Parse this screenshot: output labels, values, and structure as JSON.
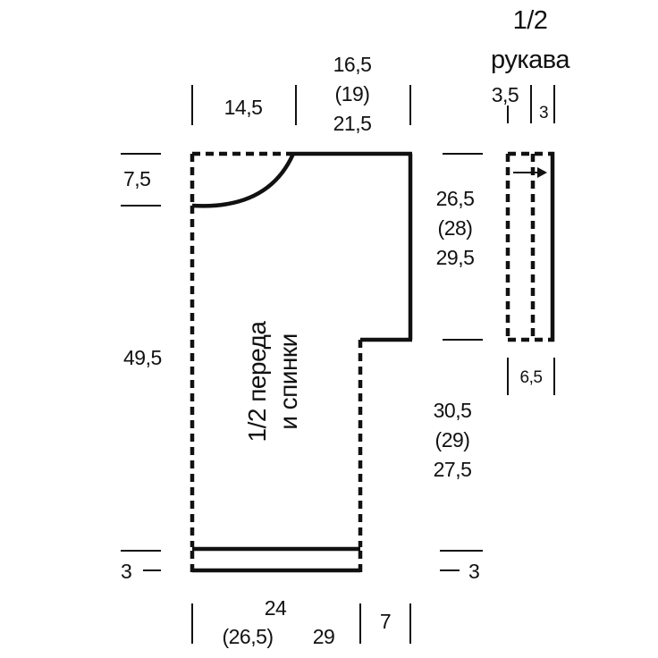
{
  "sleeve": {
    "title_line1": "1/2",
    "title_line2": "рукава",
    "top_left_width": "3,5",
    "top_right_width": "3",
    "bottom_width": "6,5"
  },
  "body_piece": {
    "label_line1": "1/2 переда",
    "label_line2": "и спинки",
    "top_left_width": "14,5",
    "top_right_width_line1": "16,5",
    "top_right_width_line2": "(19)",
    "top_right_width_line3": "21,5",
    "neck_depth": "7,5",
    "side_height": "49,5",
    "armhole_line1": "26,5",
    "armhole_line2": "(28)",
    "armhole_line3": "29,5",
    "lower_right_line1": "30,5",
    "lower_right_line2": "(29)",
    "lower_right_line3": "27,5",
    "hem_left": "3",
    "hem_right": "3",
    "bottom_line1": "24",
    "bottom_line2": "(26,5)",
    "bottom_line3": "29",
    "bottom_right": "7"
  }
}
